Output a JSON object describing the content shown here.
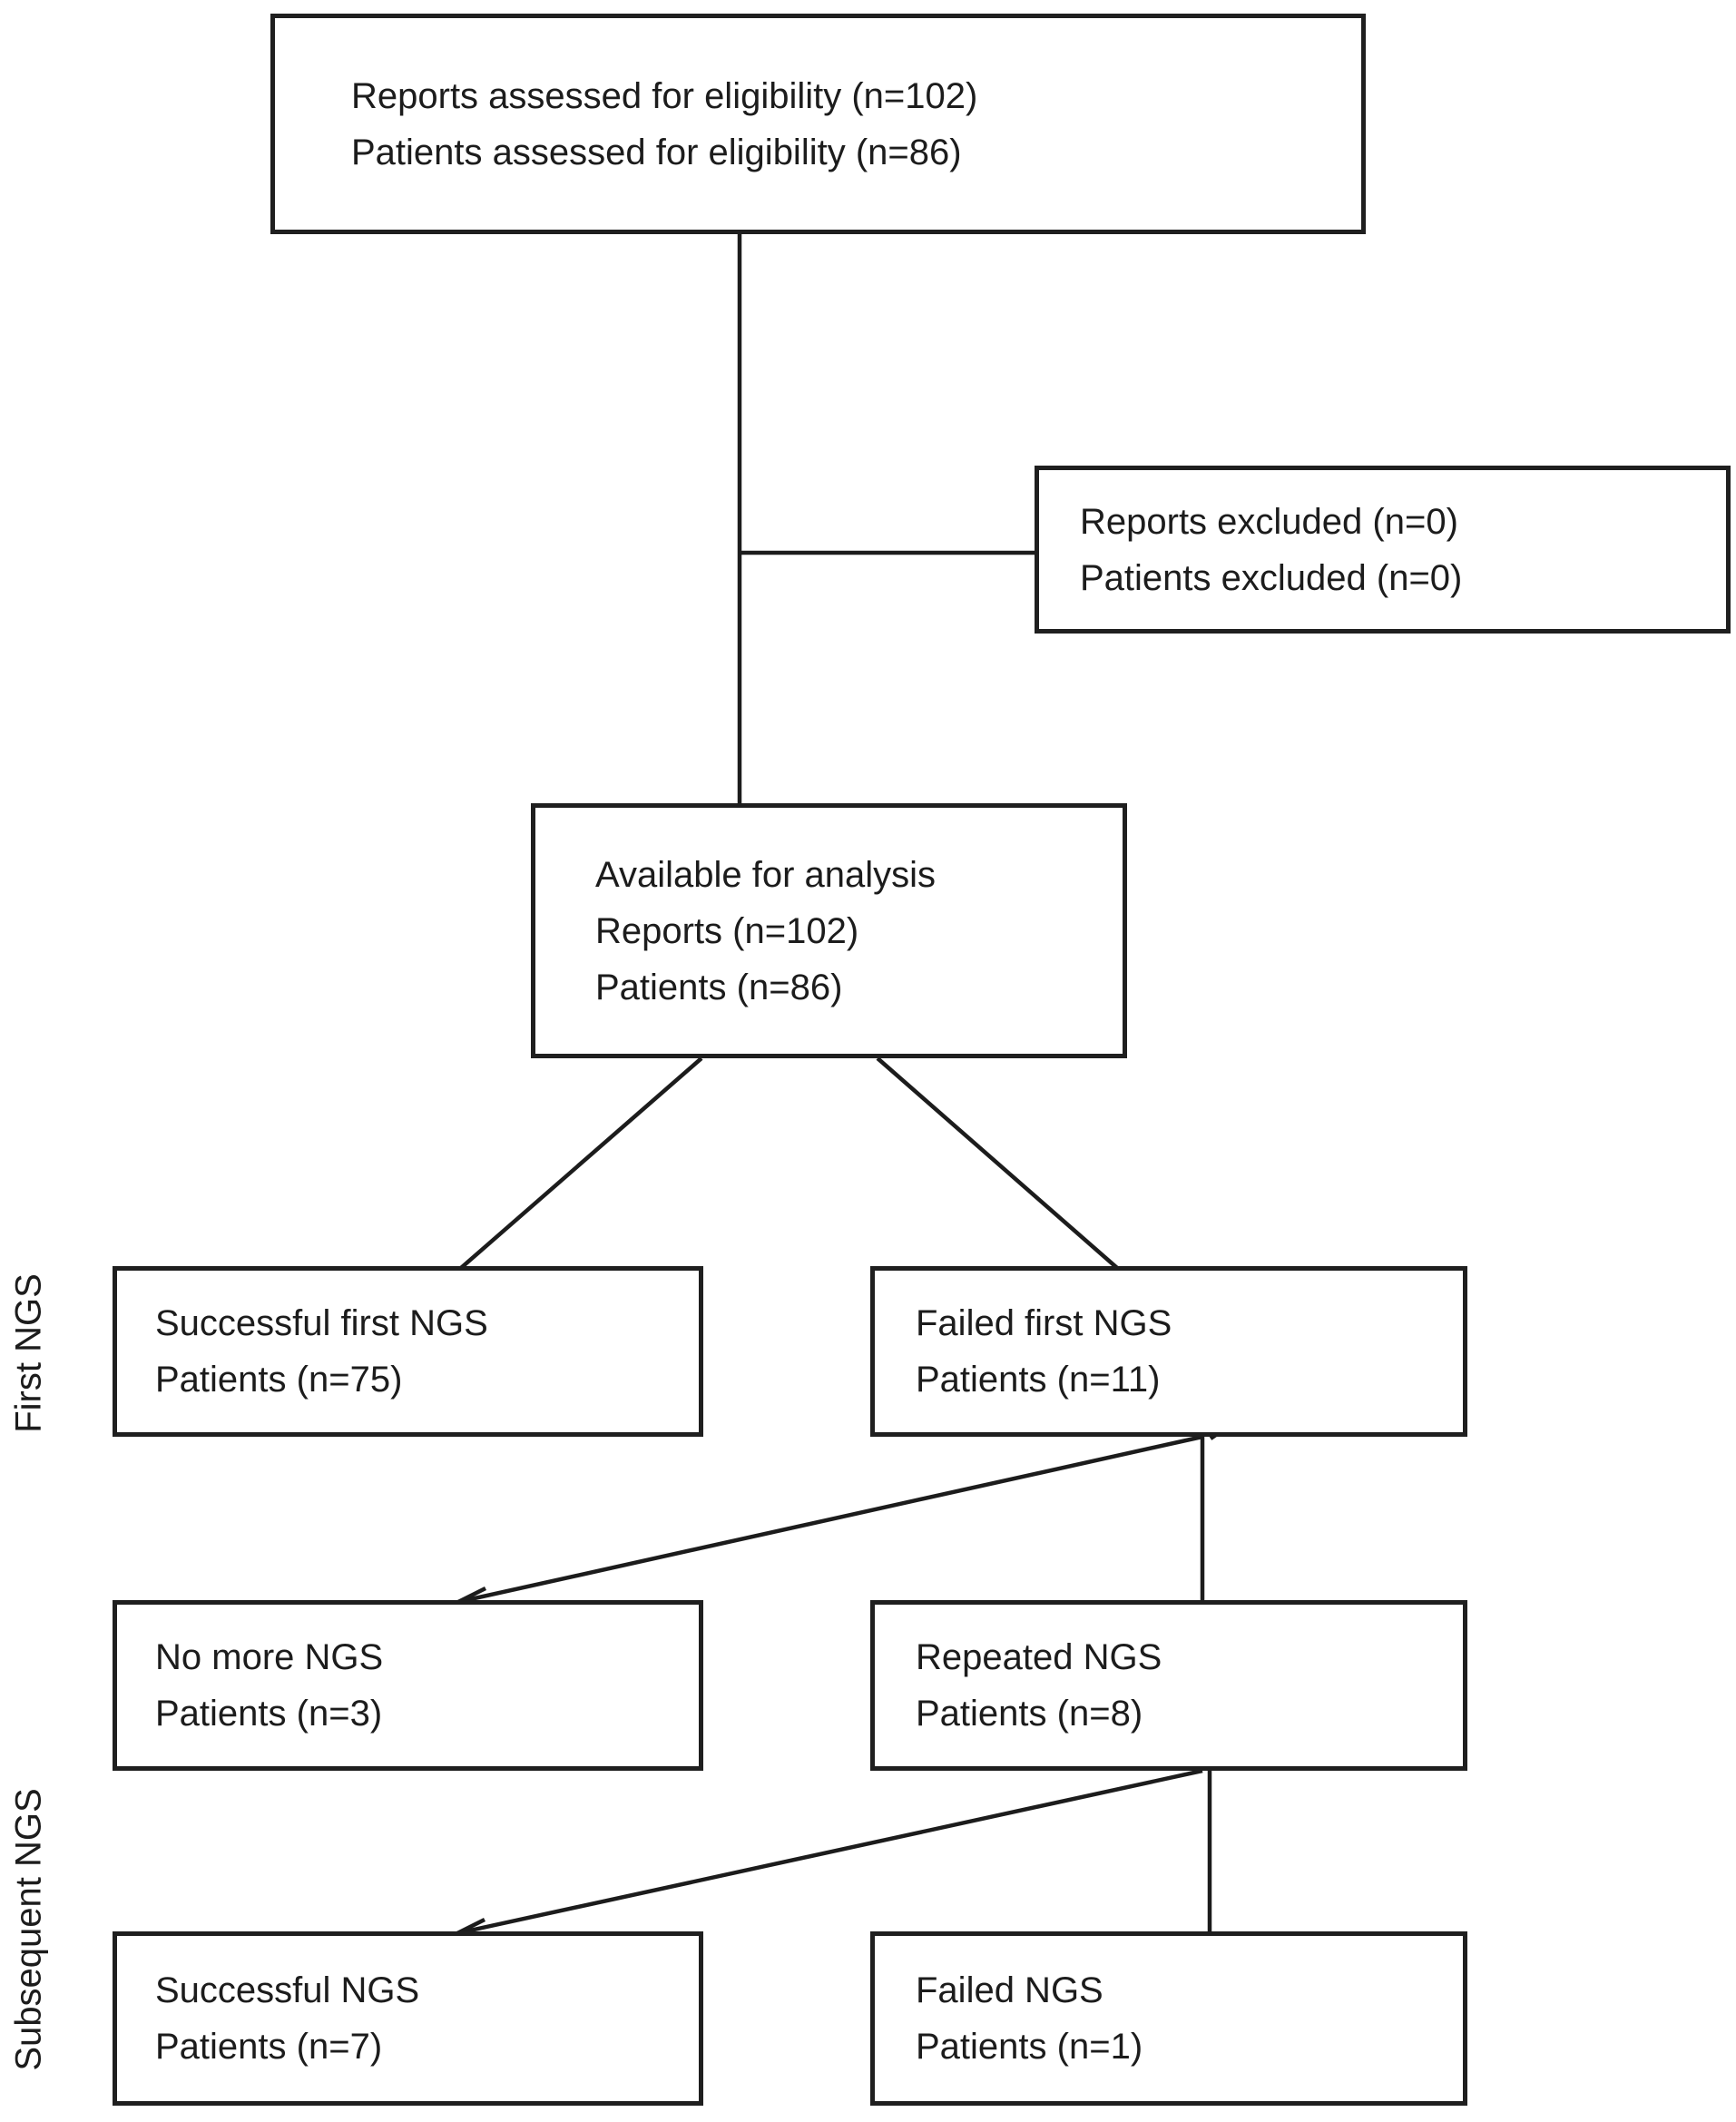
{
  "figure": {
    "background": "#ffffff",
    "line_color": "#1c1c1c",
    "text_color": "#1c1c1c"
  },
  "side_labels": {
    "first_ngs": "First NGS",
    "subsequent_ngs": "Subsequent NGS"
  },
  "boxes": {
    "eligibility": {
      "lines": [
        "Reports assessed for eligibility (n=102)",
        "Patients assessed for eligibility (n=86)"
      ]
    },
    "excluded": {
      "lines": [
        "Reports excluded (n=0)",
        "Patients excluded (n=0)"
      ]
    },
    "available": {
      "lines": [
        "Available for analysis",
        "Reports (n=102)",
        "Patients (n=86)"
      ]
    },
    "successful_first": {
      "lines": [
        "Successful first NGS",
        "Patients (n=75)"
      ]
    },
    "failed_first": {
      "lines": [
        "Failed first NGS",
        "Patients (n=11)"
      ]
    },
    "no_more": {
      "lines": [
        "No more NGS",
        "Patients (n=3)"
      ]
    },
    "repeated": {
      "lines": [
        "Repeated NGS",
        "Patients (n=8)"
      ]
    },
    "successful_subsequent": {
      "lines": [
        "Successful NGS",
        "Patients (n=7)"
      ]
    },
    "failed_subsequent": {
      "lines": [
        "Failed NGS",
        "Patients (n=1)"
      ]
    }
  }
}
